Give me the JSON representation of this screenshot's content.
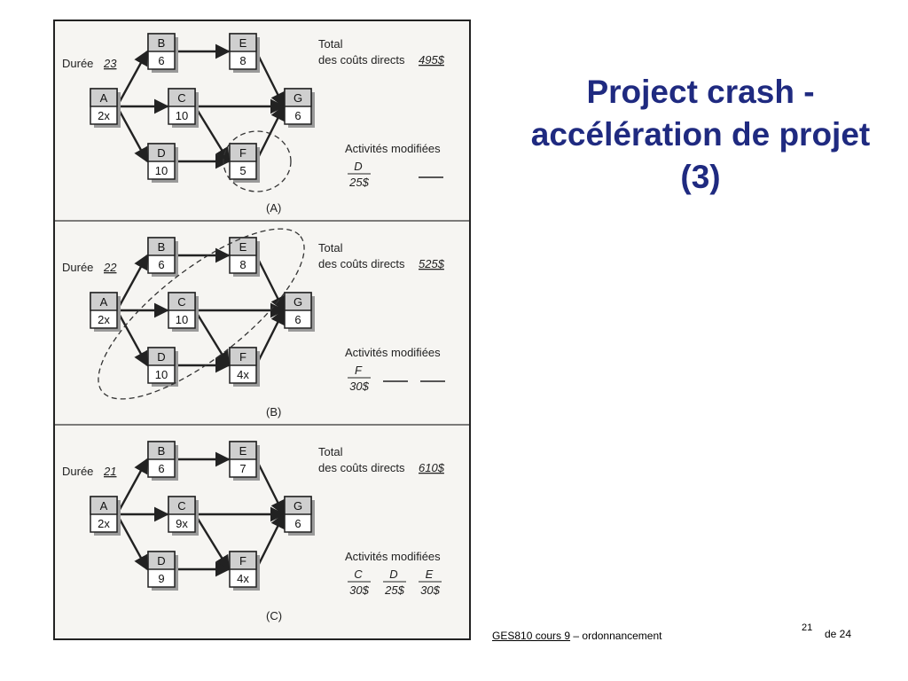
{
  "slide": {
    "title_lines": [
      "Project crash -",
      "accélération de projet",
      "(3)"
    ],
    "footer": {
      "course": "GES810 cours 9",
      "dash": " – ",
      "topic": "ordonnancement",
      "page": "21",
      "of": "de 24"
    }
  },
  "panels": [
    {
      "id": "A",
      "caption": "(A)",
      "duration_label": "Durée",
      "duration": "23",
      "total_label_1": "Total",
      "total_label_2": "des coûts directs",
      "total_value": "495$",
      "modified_label": "Activités modifiées",
      "modified": [
        {
          "activity": "D",
          "cost": "25$"
        }
      ],
      "modified_blanks": 1,
      "nodes": {
        "A": "2x",
        "B": "6",
        "C": "10",
        "D": "10",
        "E": "8",
        "F": "5",
        "G": "6"
      }
    },
    {
      "id": "B",
      "caption": "(B)",
      "duration_label": "Durée",
      "duration": "22",
      "total_label_1": "Total",
      "total_label_2": "des coûts directs",
      "total_value": "525$",
      "modified_label": "Activités modifiées",
      "modified": [
        {
          "activity": "F",
          "cost": "30$"
        }
      ],
      "modified_blanks": 2,
      "nodes": {
        "A": "2x",
        "B": "6",
        "C": "10",
        "D": "10",
        "E": "8",
        "F": "4x",
        "G": "6"
      }
    },
    {
      "id": "C",
      "caption": "(C)",
      "duration_label": "Durée",
      "duration": "21",
      "total_label_1": "Total",
      "total_label_2": "des coûts directs",
      "total_value": "610$",
      "modified_label": "Activités modifiées",
      "modified": [
        {
          "activity": "C",
          "cost": "30$"
        },
        {
          "activity": "D",
          "cost": "25$"
        },
        {
          "activity": "E",
          "cost": "30$"
        }
      ],
      "modified_blanks": 0,
      "nodes": {
        "A": "2x",
        "B": "6",
        "C": "9x",
        "D": "9",
        "E": "7",
        "F": "4x",
        "G": "6"
      }
    }
  ],
  "edges": [
    [
      "A",
      "B"
    ],
    [
      "A",
      "C"
    ],
    [
      "A",
      "D"
    ],
    [
      "B",
      "E"
    ],
    [
      "C",
      "G"
    ],
    [
      "C",
      "F"
    ],
    [
      "D",
      "F"
    ],
    [
      "E",
      "G"
    ],
    [
      "F",
      "G"
    ]
  ]
}
